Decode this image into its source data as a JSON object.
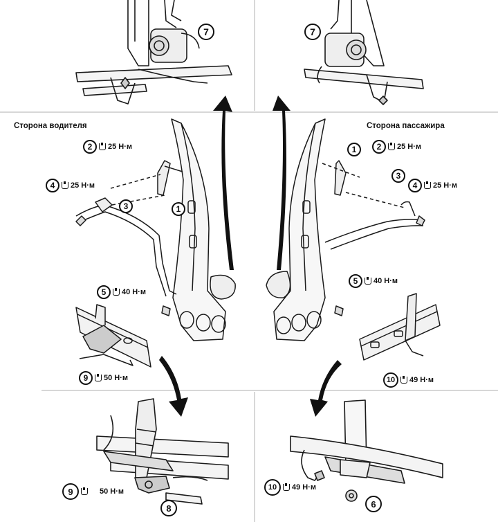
{
  "labels": {
    "driver_side": "Сторона водителя",
    "passenger_side": "Сторона пассажира"
  },
  "torque_unit": "Н·м",
  "callouts": {
    "d2": {
      "num": "2",
      "torque": "25 Н·м"
    },
    "d4": {
      "num": "4",
      "torque": "25 Н·м"
    },
    "d3": {
      "num": "3"
    },
    "d1": {
      "num": "1"
    },
    "d5": {
      "num": "5",
      "torque": "40 Н·м"
    },
    "d9": {
      "num": "9",
      "torque": "50 Н·м"
    },
    "p1": {
      "num": "1"
    },
    "p2": {
      "num": "2",
      "torque": "25 Н·м"
    },
    "p3": {
      "num": "3"
    },
    "p4": {
      "num": "4",
      "torque": "25 Н·м"
    },
    "p5": {
      "num": "5",
      "torque": "40 Н·м"
    },
    "p10": {
      "num": "10",
      "torque": "49 Н·м"
    },
    "tl7": {
      "num": "7"
    },
    "tr7": {
      "num": "7"
    },
    "bl9": {
      "num": "9",
      "torque": "50 Н·м"
    },
    "bl8": {
      "num": "8"
    },
    "br10": {
      "num": "10",
      "torque": "49 Н·м"
    },
    "br6": {
      "num": "6"
    }
  },
  "colors": {
    "line": "#1a1a1a",
    "divider": "#bfbfbf",
    "background": "#ffffff"
  },
  "icons": [
    "torque-wrench-icon",
    "direction-arrow-icon"
  ]
}
